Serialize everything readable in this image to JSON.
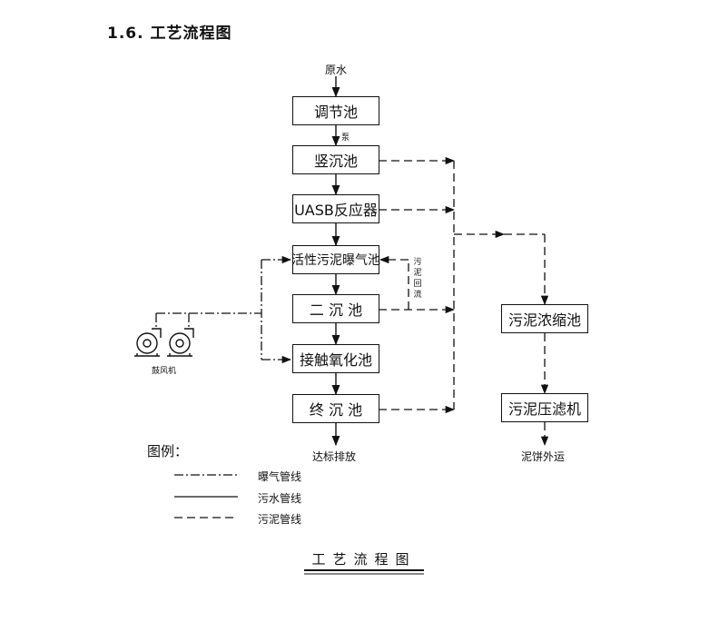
{
  "heading": "1.6.  工艺流程图",
  "nodes": {
    "raw_water": "原水",
    "regulating_tank": "调节池",
    "pump": "泵",
    "vertical_sedimentation": "竖沉池",
    "uasb": "UASB反应器",
    "activated_sludge": "活性污泥曝气池",
    "secondary_sedimentation": "二 沉 池",
    "contact_oxidation": "接触氧化池",
    "final_sedimentation": "终 沉 池",
    "discharge": "达标排放",
    "sludge_thickener": "污泥浓缩池",
    "filter_press": "污泥压滤机",
    "sludge_cake": "泥饼外运",
    "sludge_return": "污泥回流",
    "blower": "鼓风机"
  },
  "legend": {
    "title": "图例：",
    "items": [
      {
        "style": "dash-dot",
        "label": "曝气管线"
      },
      {
        "style": "solid",
        "label": "污水管线"
      },
      {
        "style": "dashed",
        "label": "污泥管线"
      }
    ]
  },
  "caption": "工艺流程图"
}
